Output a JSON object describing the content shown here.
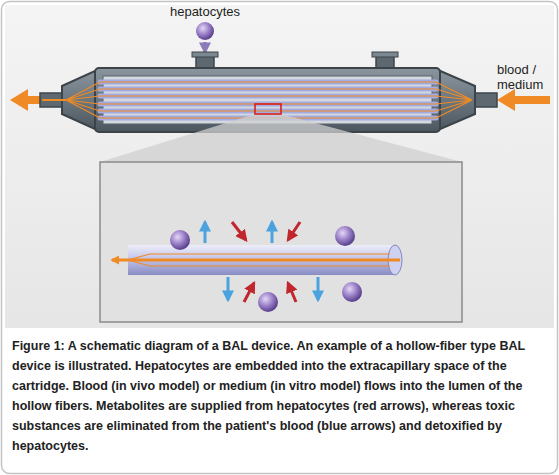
{
  "diagram": {
    "caption": "Figure 1: A schematic diagram of a BAL device. An example of a hollow-fiber type BAL device is illustrated. Hepatocytes are embedded into the extracapillary space of the cartridge. Blood (in vivo model) or medium (in vitro model) flows into the lumen of the hollow fibers. Metabolites are supplied from hepatocytes (red arrows), whereas toxic substances are eliminated from the patient's blood (blue arrows) and detoxified by hepatocytes.",
    "labels": [
      "hepatocytes",
      "blood / medium"
    ]
  }
}
